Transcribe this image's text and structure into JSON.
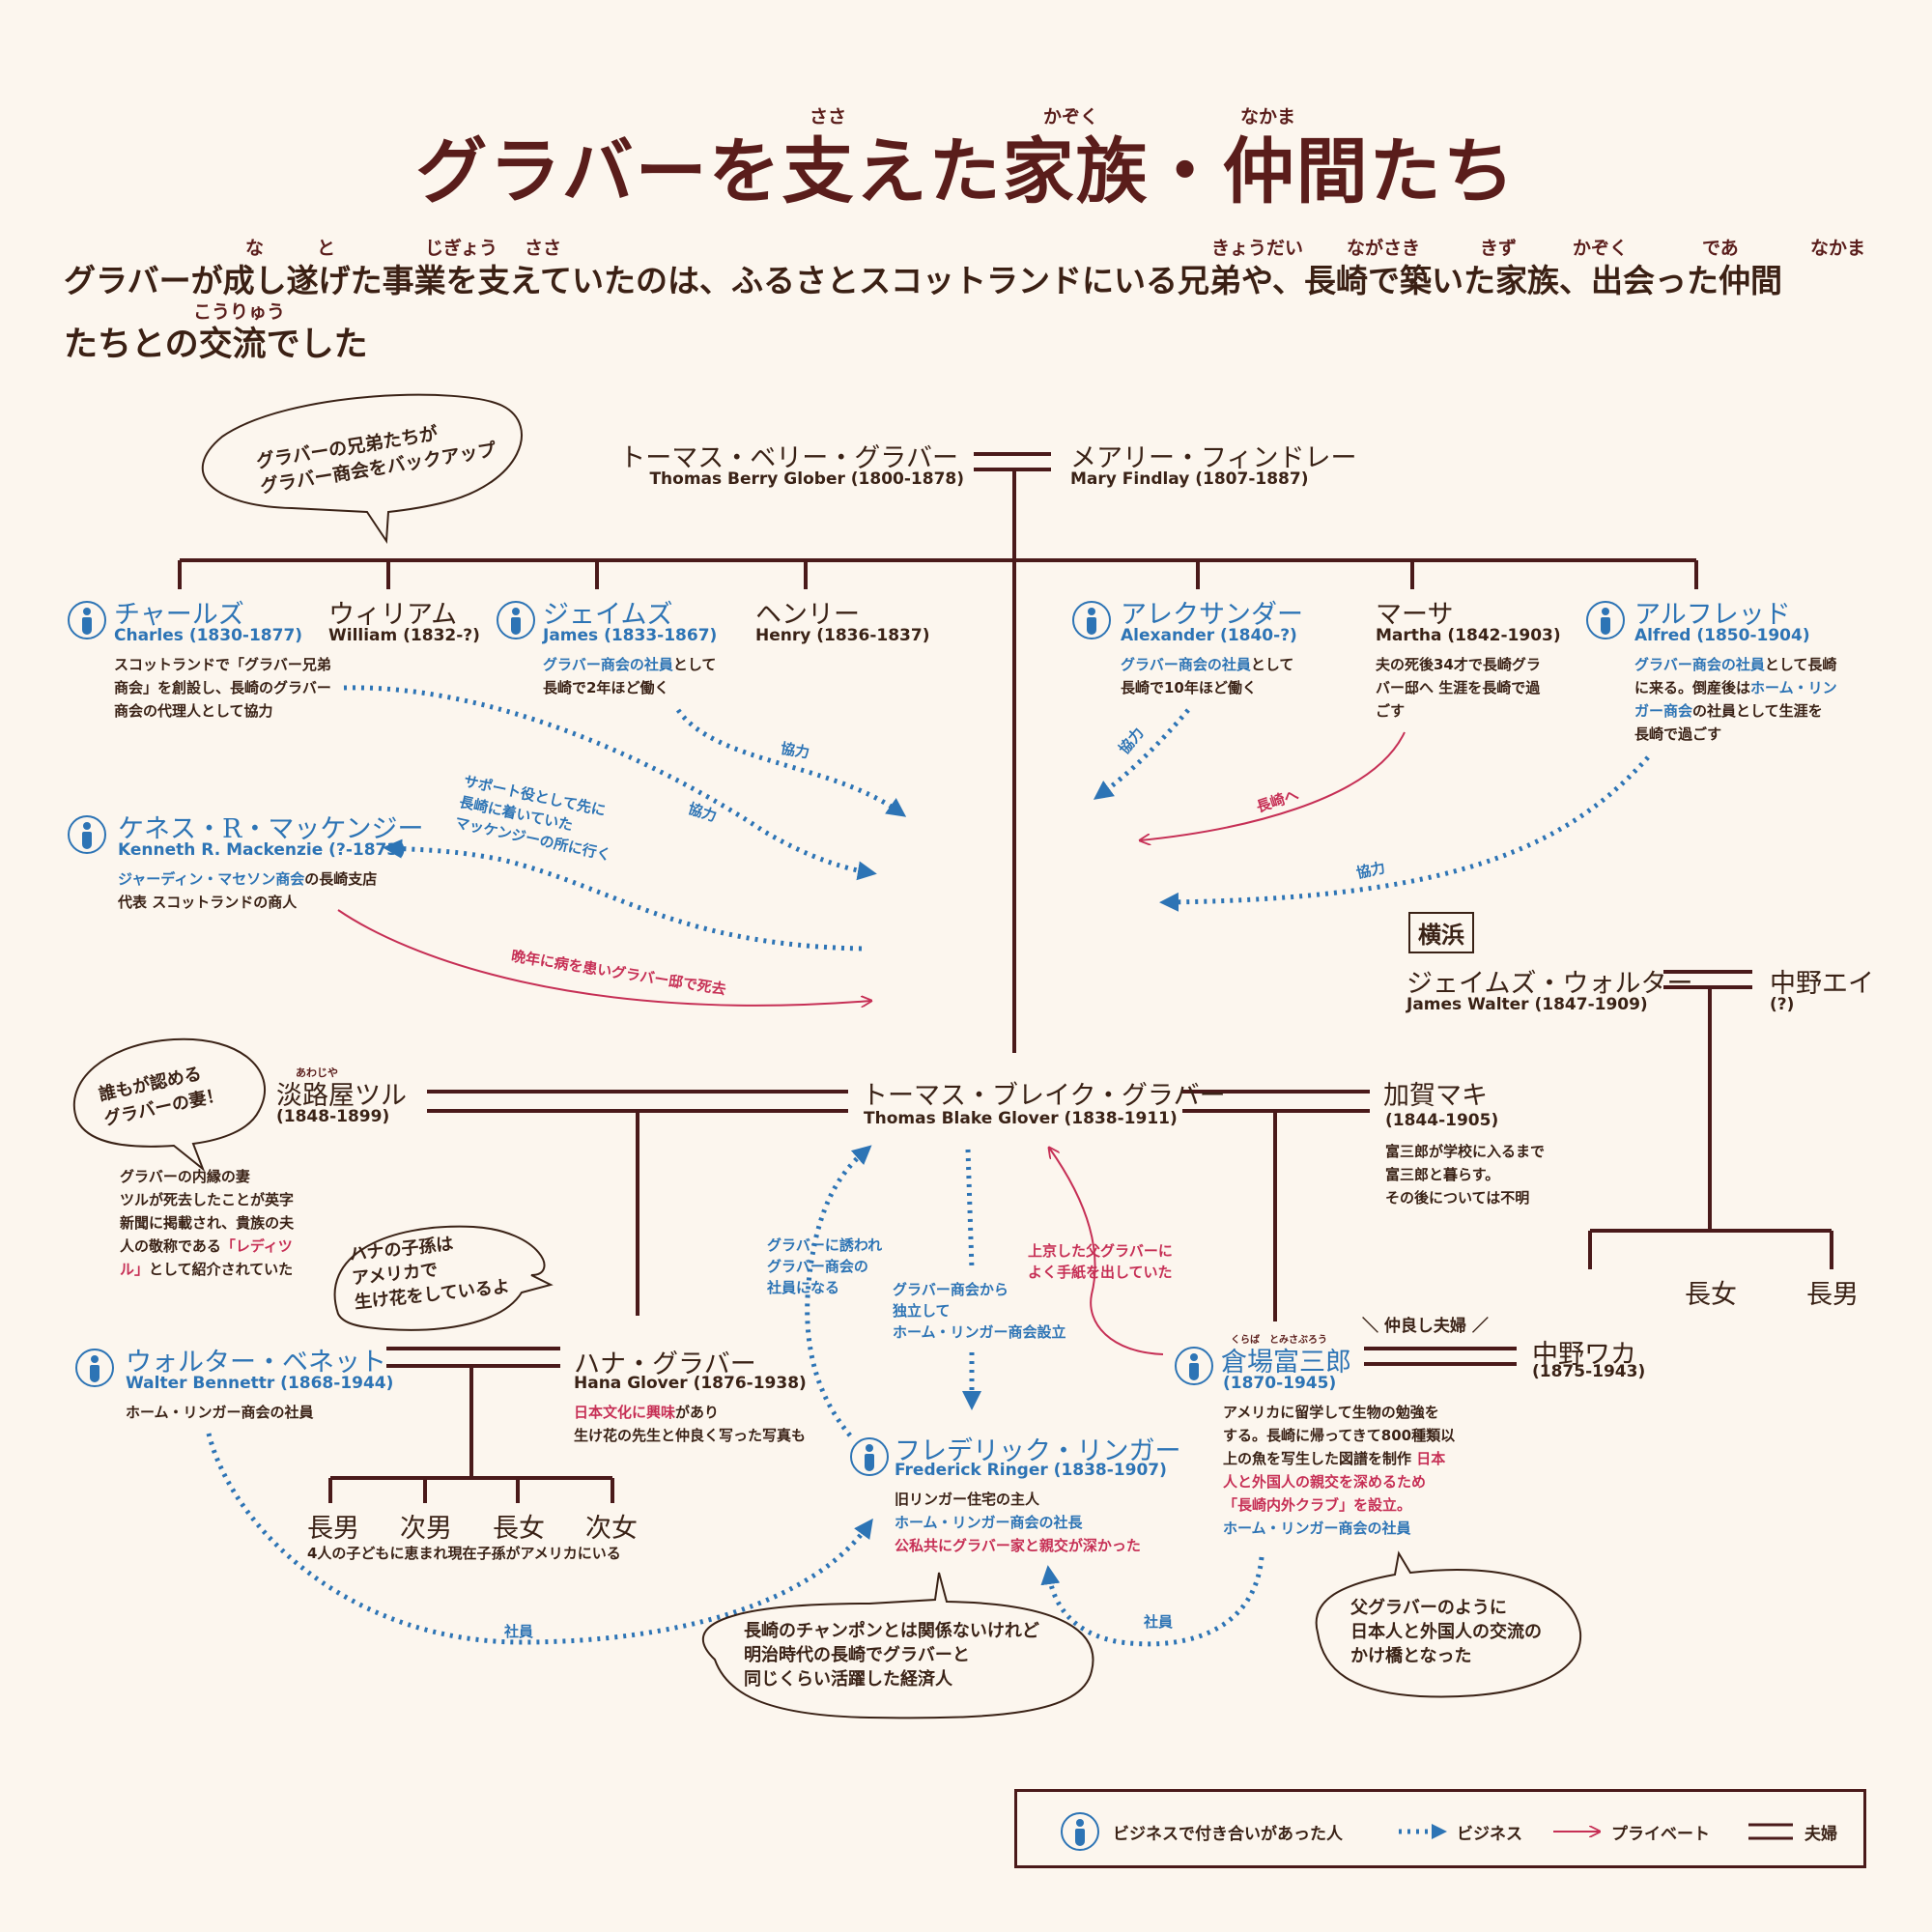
{
  "title": {
    "text": "グラバーを支えた家族・仲間たち",
    "ruby": [
      "ささ",
      "かぞく",
      "なかま"
    ]
  },
  "intro": {
    "line1": "グラバーが成し遂げた事業を支えていたのは、ふるさとスコットランドにいる兄弟や、長崎で築いた家族、出会った仲間",
    "line2": "たちとの交流でした",
    "ruby": [
      "な",
      "と",
      "じぎょう",
      "ささ",
      "きょうだい",
      "ながさき",
      "きず",
      "かぞく",
      "であ",
      "なかま",
      "こうりゅう"
    ]
  },
  "colors": {
    "title": "#5a1d1b",
    "business": "#2d74b5",
    "private": "#c62f55",
    "couple": "#4a1a1a",
    "background": "#fcf6ee"
  },
  "icon_name": "business-person-icon",
  "parents": {
    "father": {
      "jp": "トーマス・ベリー・グラバー",
      "en": "Thomas Berry Glober (1800-1878)"
    },
    "mother": {
      "jp": "メアリー・フィンドレー",
      "en": "Mary Findlay (1807-1887)"
    }
  },
  "siblings": {
    "charles": {
      "jp": "チャールズ",
      "en": "Charles (1830-1877)",
      "desc": [
        "スコットランドで「グラバー兄弟",
        "商会」を創設し、長崎のグラバー",
        "商会の代理人として協力"
      ]
    },
    "william": {
      "jp": "ウィリアム",
      "en": "William (1832-?)"
    },
    "james": {
      "jp": "ジェイムズ",
      "en": "James (1833-1867)",
      "desc_blue": "グラバー商会の社員",
      "desc": [
        "として",
        "長崎で2年ほど働く"
      ]
    },
    "henry": {
      "jp": "ヘンリー",
      "en": "Henry (1836-1837)"
    },
    "alexander": {
      "jp": "アレクサンダー",
      "en": "Alexander (1840-?)",
      "desc_blue": "グラバー商会の社員",
      "desc": [
        "として",
        "長崎で10年ほど働く"
      ]
    },
    "martha": {
      "jp": "マーサ",
      "en": "Martha (1842-1903)",
      "desc": [
        "夫の死後34才で長崎グラ",
        "バー邸へ 生涯を長崎で過",
        "ごす"
      ]
    },
    "alfred": {
      "jp": "アルフレッド",
      "en": "Alfred (1850-1904)",
      "desc_blue": "グラバー商会の社員",
      "desc": [
        "として長崎",
        "に来る。倒産後は",
        "ホーム・リン",
        "ガー商会",
        "の社員として生涯を",
        "長崎で過ごす"
      ]
    }
  },
  "mackenzie": {
    "jp": "ケネス・R・マッケンジー",
    "en": "Kenneth R. Mackenzie (?-1873)",
    "desc1_blue": "ジャーディン・マセソン商会",
    "desc1": "の長崎支店",
    "desc2": "代表 スコットランドの商人"
  },
  "center": {
    "jp": "トーマス・ブレイク・グラバー",
    "en": "Thomas Blake Glover (1838-1911)"
  },
  "tsuru": {
    "ruby": "あわじや",
    "jp": "淡路屋ツル",
    "en": "(1848-1899)",
    "desc": [
      "グラバーの内縁の妻",
      "ツルが死去したことが英字",
      "新聞に掲載され、貴族の夫",
      "人の敬称である"
    ],
    "desc_red1": "「レディツ",
    "desc_red2": "ル」",
    "desc_end": "として紹介されていた"
  },
  "maki": {
    "jp": "加賀マキ",
    "en": "(1844-1905)",
    "desc": [
      "富三郎が学校に入るまで",
      "富三郎と暮らす。",
      "その後については不明"
    ]
  },
  "walter_james": {
    "jp": "ジェイムズ・ウォルター",
    "en": "James Walter (1847-1909)",
    "place": "横浜"
  },
  "nakano_ei": {
    "jp": "中野エイ",
    "en": "(?)"
  },
  "yokohama_children": [
    "長女",
    "長男"
  ],
  "bennett": {
    "jp": "ウォルター・ベネット",
    "en": "Walter Bennettr (1868-1944)",
    "desc_blue": "ホーム・リンガー商会の社員"
  },
  "hana": {
    "jp": "ハナ・グラバー",
    "en": "Hana Glover (1876-1938)",
    "desc_red": "日本文化に興味",
    "desc1": "があり",
    "desc2": "生け花の先生と仲良く写った写真も"
  },
  "hana_children": {
    "names": [
      "長男",
      "次男",
      "長女",
      "次女"
    ],
    "note": "4人の子どもに恵まれ現在子孫がアメリカにいる"
  },
  "ringer": {
    "jp": "フレデリック・リンガー",
    "en": "Frederick Ringer (1838-1907)",
    "desc1": "旧リンガー住宅の主人",
    "desc2_blue": "ホーム・リンガー商会の社長",
    "desc3_red": "公私共にグラバー家と親交が深かった"
  },
  "tomisaburo": {
    "ruby": "くらば　とみさぶろう",
    "jp": "倉場富三郎",
    "en": "(1870-1945)",
    "desc": [
      "アメリカに留学して生物の勉強を",
      "する。長崎に帰ってきて800種類以",
      "上の魚を写生した図譜を制作"
    ],
    "desc_red": [
      "日本",
      "人と外国人の親交を深めるため",
      "「長崎内外クラブ」を設立。"
    ],
    "desc_blue": "ホーム・リンガー商会の社員"
  },
  "waka": {
    "jp": "中野ワカ",
    "en": "(1875-1943)",
    "relation": "＼ 仲良し夫婦 ／"
  },
  "bubbles": {
    "brothers": [
      "グラバーの兄弟たちが",
      "グラバー商会をバックアップ"
    ],
    "wife": [
      "誰もが認める",
      "グラバーの妻！"
    ],
    "hana": [
      "ハナの子孫は",
      "アメリカで",
      "生け花をしているよ"
    ],
    "ringer": [
      "長崎のチャンポンとは関係ないけれど",
      "明治時代の長崎でグラバーと",
      "同じくらい活躍した経済人"
    ],
    "tomisaburo": [
      "父グラバーのように",
      "日本人と外国人の交流の",
      "かけ橋となった"
    ]
  },
  "arrow_labels": {
    "kyoryoku": "協力",
    "mackenzie_support": [
      "サポート役として先に",
      "長崎に着いていた",
      "マッケンジーの所に行く"
    ],
    "mackenzie_death": "晩年に病を患いグラバー邸で死去",
    "to_nagasaki": "長崎へ",
    "invited": [
      "グラバーに誘われ",
      "グラバー商会の",
      "社員になる"
    ],
    "independent": [
      "グラバー商会から",
      "独立して",
      "ホーム・リンガー商会設立"
    ],
    "letters": [
      "上京した父グラバーに",
      "よく手紙を出していた"
    ],
    "employee": "社員"
  },
  "legend": {
    "business_person": "ビジネスで付き合いがあった人",
    "business": "ビジネス",
    "private": "プライベート",
    "couple": "夫婦"
  }
}
